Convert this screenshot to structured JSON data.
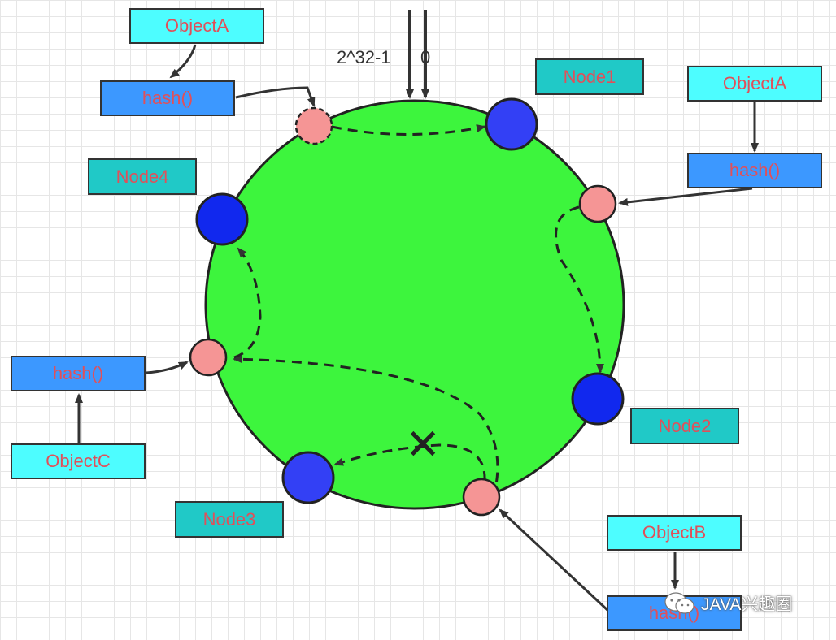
{
  "ring": {
    "start_label": "0",
    "end_label": "2^32-1",
    "fill": "#3df53d"
  },
  "nodes": [
    {
      "id": "node1",
      "label": "Node1",
      "color": "#3340f5"
    },
    {
      "id": "node2",
      "label": "Node2",
      "color": "#1128ee"
    },
    {
      "id": "node3",
      "label": "Node3",
      "color": "#3340f5"
    },
    {
      "id": "node4",
      "label": "Node4",
      "color": "#1128ee"
    }
  ],
  "objects": [
    {
      "id": "objA_top",
      "label": "ObjectA",
      "hash_label": "hash()"
    },
    {
      "id": "objA_right",
      "label": "ObjectA",
      "hash_label": "hash()"
    },
    {
      "id": "objB",
      "label": "ObjectB",
      "hash_label": "hash()"
    },
    {
      "id": "objC",
      "label": "ObjectC",
      "hash_label": "hash()"
    }
  ],
  "removed_mark": "✕",
  "watermark": {
    "text": "JAVA兴趣圈",
    "icon": "wechat-icon"
  },
  "colors": {
    "object_box": "#4dfdff",
    "hash_box": "#3c98ff",
    "node_box": "#20c9c7",
    "label_text": "#e0505a",
    "hash_point": "#f59595"
  }
}
